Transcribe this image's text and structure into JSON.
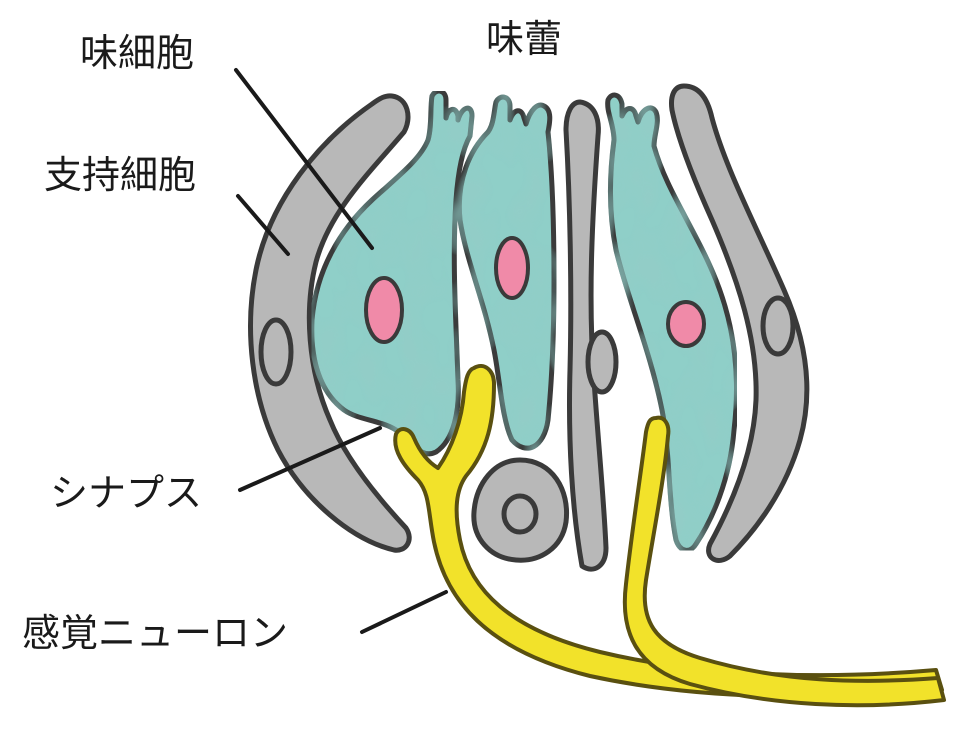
{
  "labels": {
    "taste_bud": "味蕾",
    "taste_cell": "味細胞",
    "supporting_cell": "支持細胞",
    "synapse": "シナプス",
    "sensory_neuron": "感覚ニューロン"
  },
  "colors": {
    "outline": "#3a3a3a",
    "supporting_cell_fill": "#b8b8b8",
    "taste_cell_fill": "#8fcfc8",
    "taste_cell_shade": "#4e9a94",
    "nucleus_fill": "#f08aa8",
    "neuron_fill": "#f2e22a",
    "neuron_outline": "#5a5010"
  }
}
